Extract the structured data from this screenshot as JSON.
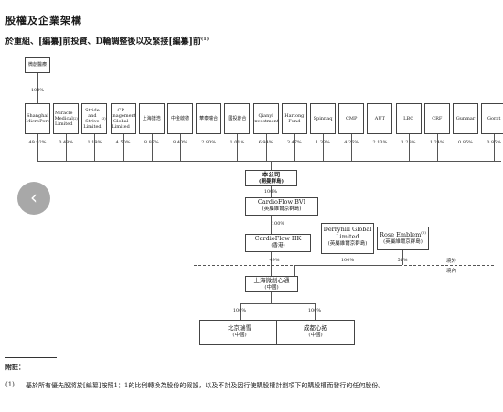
{
  "heading": "股權及企業架構",
  "subheading": "於重組、[編纂]前投資、D輪調整後以及緊接[編纂]前",
  "subheading_note": "(1)",
  "top_holder": {
    "label": "微創醫療",
    "pct": "100%"
  },
  "shareholders": [
    {
      "label": "Shanghai MicroPort",
      "pct": "49.92%"
    },
    {
      "label": "Miracle Medical Limited",
      "note": "(2)",
      "pct": "0.48%"
    },
    {
      "label": "Stride and Strive Limited",
      "note": "(3)",
      "pct": "1.19%"
    },
    {
      "label": "CP Management Global Limited",
      "note": "(4)",
      "pct": "4.50%"
    },
    {
      "label": "上海譜浩",
      "pct": "8.87%"
    },
    {
      "label": "中金啟德",
      "pct": "8.40%"
    },
    {
      "label": "華泰瑞合",
      "pct": "2.80%"
    },
    {
      "label": "國投創合",
      "pct": "1.01%"
    },
    {
      "label": "Qianyi Investment",
      "pct": "6.94%"
    },
    {
      "label": "Hartong Fund",
      "pct": "3.47%"
    },
    {
      "label": "Spinnaq",
      "pct": "1.33%"
    },
    {
      "label": "CMP",
      "pct": "4.26%"
    },
    {
      "label": "AUT",
      "pct": "2.13%"
    },
    {
      "label": "LBC",
      "pct": "1.28%"
    },
    {
      "label": "CRF",
      "pct": "1.24%"
    },
    {
      "label": "Gunmar",
      "pct": "0.85%"
    },
    {
      "label": "Gorat",
      "pct": "0.85%"
    }
  ],
  "company": {
    "name": "本公司",
    "place": "(開曼群島)"
  },
  "bvi": {
    "name": "CardioFlow BVI",
    "place": "(英屬維爾京群島)",
    "pct": "100%"
  },
  "hk": {
    "name": "CardioFlow HK",
    "place": "(香港)",
    "pct": "100%"
  },
  "derryhill": {
    "name": "Derryhill Global Limited",
    "place": "(英屬維爾京群島)",
    "pct": "100%"
  },
  "rose": {
    "name": "Rose Emblem",
    "note": "(5)",
    "place": "(英屬維爾京群島)",
    "pct": "51%"
  },
  "offshore": "境外",
  "onshore": "境內",
  "shanghai": {
    "name": "上海微創心通",
    "place": "(中國)",
    "pct": "49%"
  },
  "beijing": {
    "name": "北京瑞雪",
    "place": "(中國)",
    "pct": "100%"
  },
  "chengdu": {
    "name": "成都心拓",
    "place": "(中國)",
    "pct": "100%"
  },
  "notes_title": "附註：",
  "note1_num": "(1)",
  "note1_text": "基於所有優先股將於[編纂]按照1：1的比例轉換為股份的假設，以及不計及因行使購股權計劃項下的購股權而發行的任何股份。"
}
